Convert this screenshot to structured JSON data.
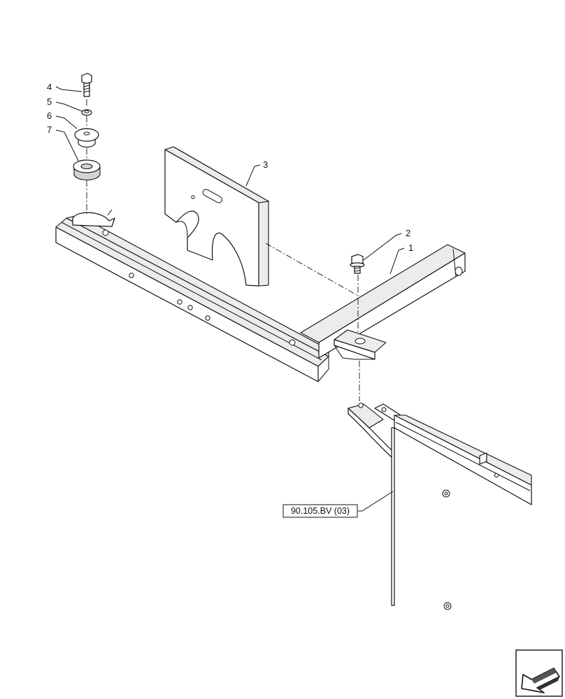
{
  "callouts": [
    {
      "id": "1",
      "label": "1"
    },
    {
      "id": "2",
      "label": "2"
    },
    {
      "id": "3",
      "label": "3"
    },
    {
      "id": "4",
      "label": "4"
    },
    {
      "id": "5",
      "label": "5"
    },
    {
      "id": "6",
      "label": "6"
    },
    {
      "id": "7",
      "label": "7"
    }
  ],
  "reference": {
    "label": "90.105.BV (03)"
  },
  "icons": {
    "corner": "navigation-arrow-icon"
  },
  "colors": {
    "line": "#111111",
    "fill": "#ffffff",
    "shade": "#ececec"
  }
}
